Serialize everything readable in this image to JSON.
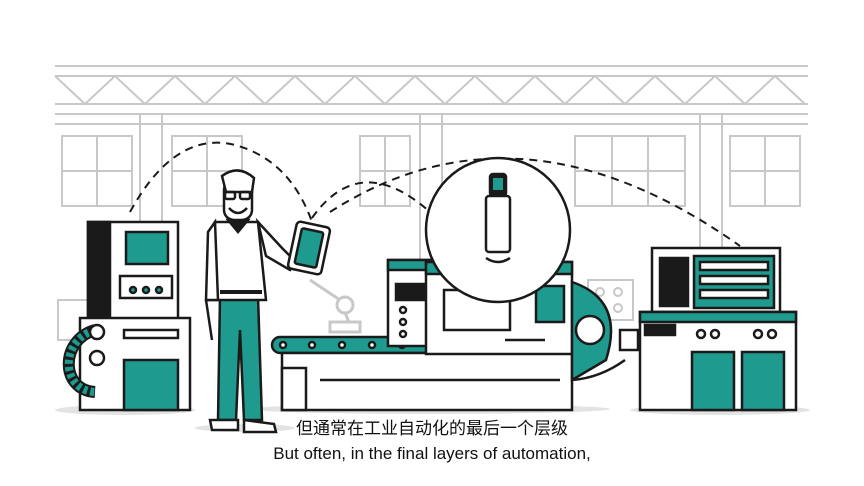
{
  "video": {
    "subtitle_zh": "但通常在工业自动化的最后一个层级",
    "subtitle_en": "But often, in the final layers of automation,"
  },
  "colors": {
    "teal": "#1e9a8f",
    "outline": "#1a1a1a",
    "background_lines": "#c8c8c8",
    "floor_shadow": "#e3e3e3"
  },
  "icons": [
    "engineer-figure",
    "tablet-icon",
    "sensor-icon",
    "machine-icon",
    "conveyor-icon",
    "robot-arm-icon"
  ]
}
